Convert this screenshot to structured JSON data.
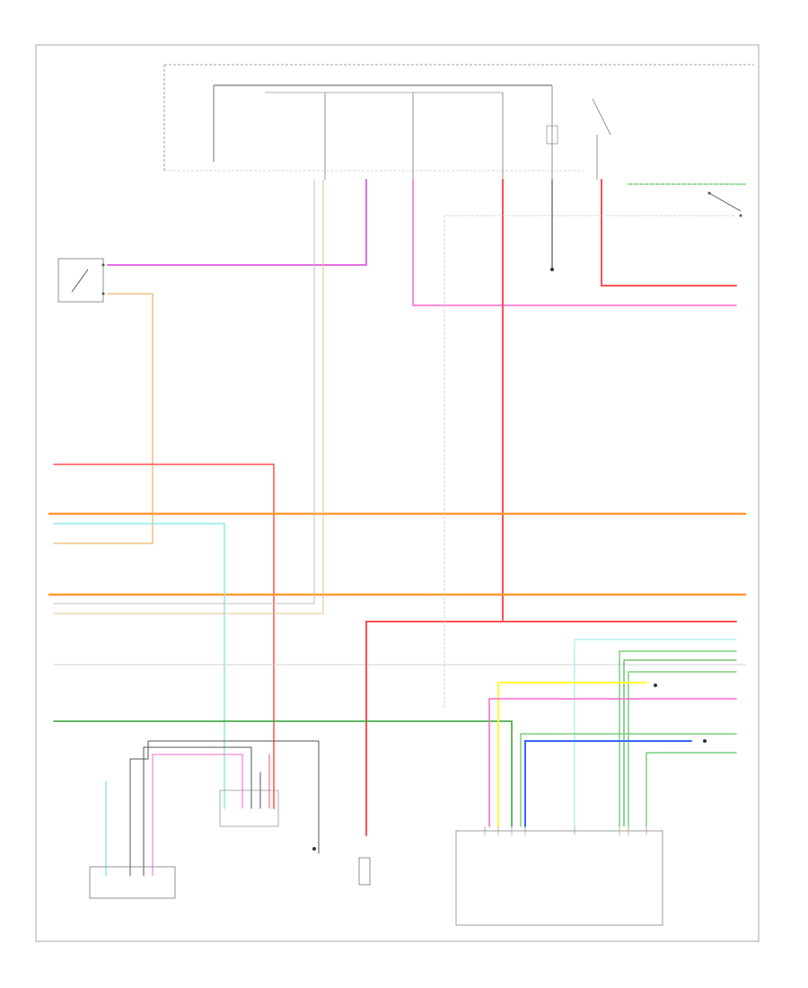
{
  "diagram": {
    "figure_id": "",
    "wire_colors": {
      "violet": "#e070e0",
      "pink": "#ff66cc",
      "red": "#ff5050",
      "orange": "#ff9933",
      "tan": "#f0c080",
      "light_blue": "#8fe8e8",
      "dark_green": "#30a030",
      "light_green": "#7ad07a",
      "yellow": "#ffff33",
      "blue": "#3366ff",
      "grey": "#999999",
      "black": "#333333"
    },
    "components": [
      {
        "id": "fuse-block",
        "label": ""
      },
      {
        "id": "transmission-range-switch",
        "label": ""
      },
      {
        "id": "brake-switch",
        "label": ""
      },
      {
        "id": "g102-ground",
        "label": ""
      },
      {
        "id": "pcm-top",
        "label": ""
      },
      {
        "id": "fuel-tank-unit",
        "label": ""
      },
      {
        "id": "fuel-pump-module",
        "label": ""
      },
      {
        "id": "g-ground-bottom",
        "label": ""
      },
      {
        "id": "ignition-relay",
        "label": ""
      },
      {
        "id": "powertrain-control-module",
        "label": ""
      }
    ]
  }
}
